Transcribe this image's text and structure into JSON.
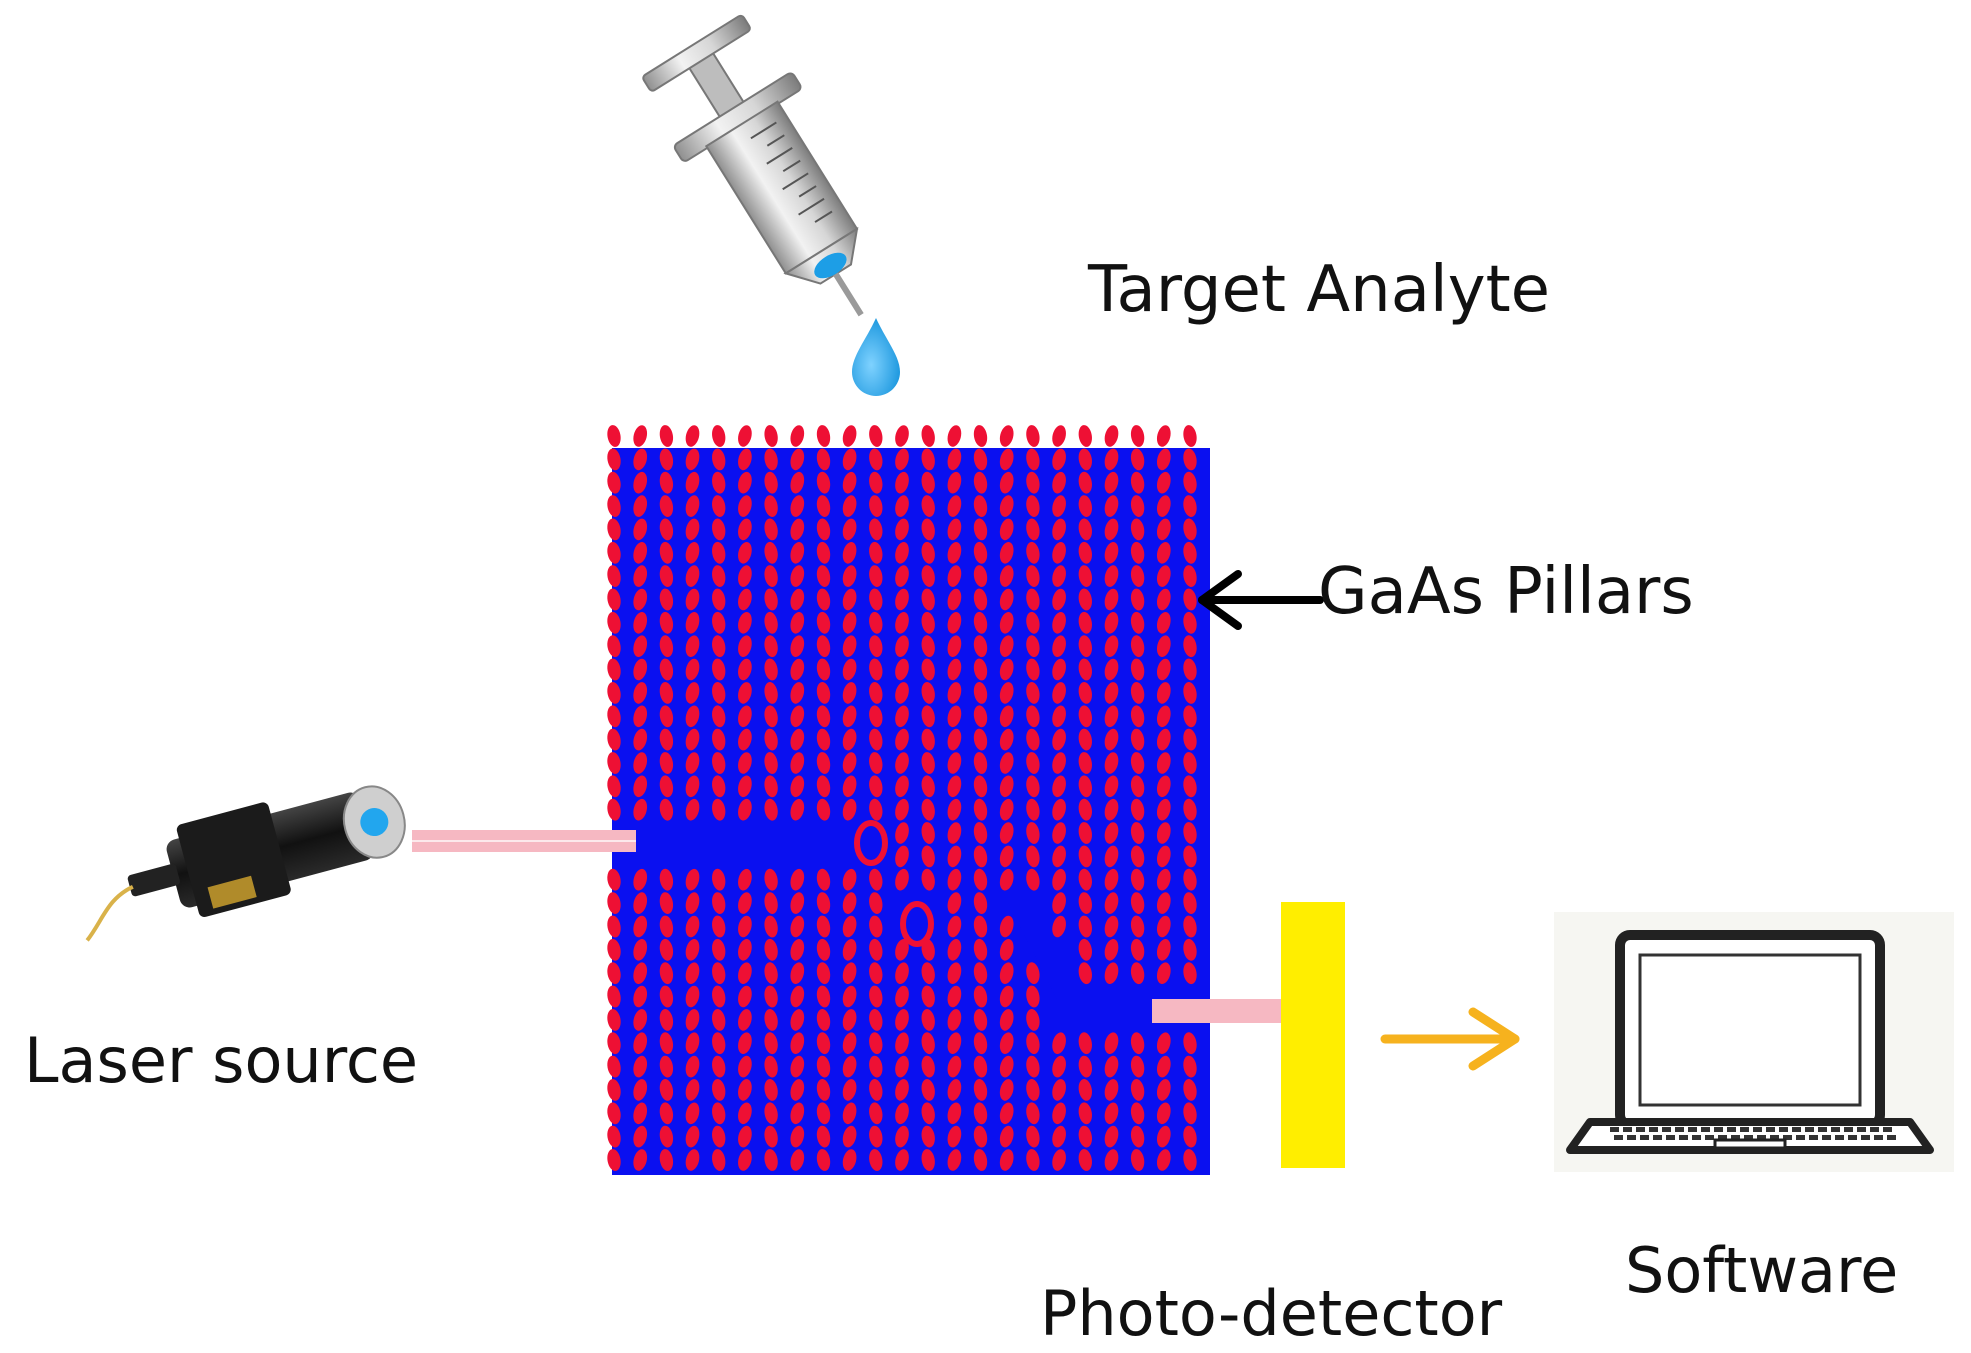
{
  "labels": {
    "target_analyte": "Target Analyte",
    "gaas_pillars": "GaAs Pillars",
    "laser_source": "Laser source",
    "photo_detector": "Photo-detector",
    "software": "Software"
  },
  "colors": {
    "substrate": "#0a10f0",
    "pillar": "#ee1034",
    "beam": "#f6b8c2",
    "detector": "#ffee00",
    "output_arrow": "#f6b21e",
    "drop": "#1aa0e6",
    "arrow": "#000000"
  },
  "icons": {
    "syringe": "syringe-icon",
    "drop": "water-drop-icon",
    "laser": "laser-pointer-icon",
    "laptop": "laptop-icon"
  }
}
